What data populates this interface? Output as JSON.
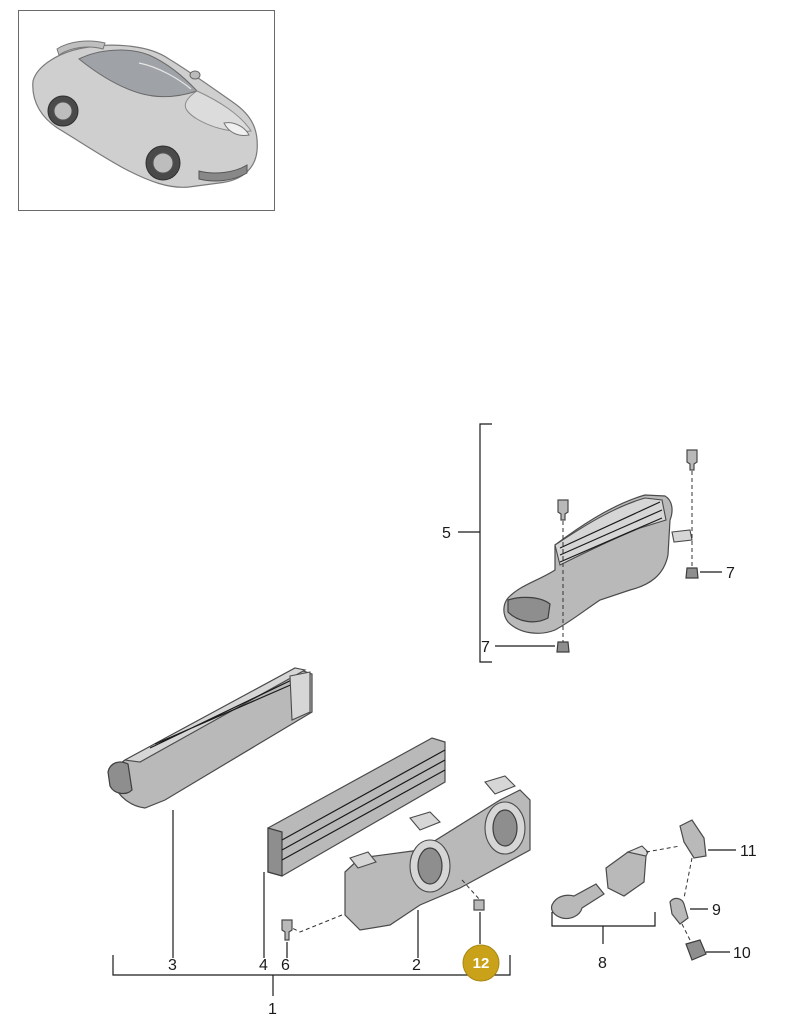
{
  "thumbnail": {
    "icon": "car-thumbnail-icon"
  },
  "callouts": {
    "c1": "1",
    "c2": "2",
    "c3": "3",
    "c4": "4",
    "c5": "5",
    "c6": "6",
    "c7a": "7",
    "c7b": "7",
    "c8": "8",
    "c9": "9",
    "c10": "10",
    "c11": "11",
    "c12": "12"
  },
  "colors": {
    "highlight": "#c9a21a",
    "line": "#1a1a1a",
    "part": "#b9b9b9"
  }
}
